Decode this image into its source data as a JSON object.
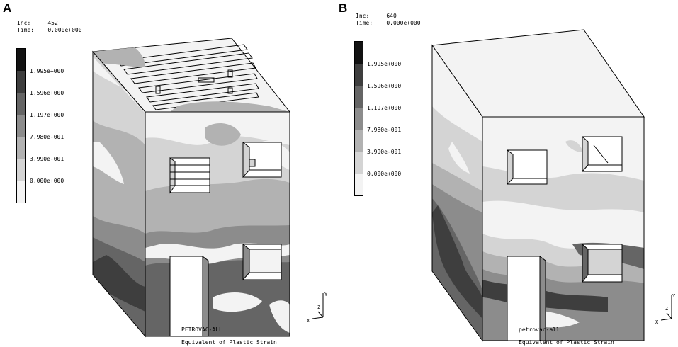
{
  "panels": [
    {
      "letter": "A",
      "inc_label": "Inc:",
      "inc_value": "452",
      "time_label": "Time:",
      "time_value": "0.000e+000",
      "legend": [
        "1.995e+000",
        "1.596e+000",
        "1.197e+000",
        "7.980e-001",
        "3.990e-001",
        "0.000e+000"
      ],
      "model_name": "PETROVAC-ALL",
      "quantity": "Equivalent of Plastic Strain",
      "axes": [
        "Y",
        "Z",
        "X"
      ]
    },
    {
      "letter": "B",
      "inc_label": "Inc:",
      "inc_value": "640",
      "time_label": "Time:",
      "time_value": "0.000e+000",
      "legend": [
        "1.995e+000",
        "1.596e+000",
        "1.197e+000",
        "7.980e-001",
        "3.990e-001",
        "0.000e+000"
      ],
      "model_name": "petrovac-all",
      "quantity": "Equivalent of Plastic Strain",
      "axes": [
        "Y",
        "Z",
        "X"
      ]
    }
  ],
  "colors": {
    "band_0": "#f3f3f3",
    "band_1": "#d4d4d4",
    "band_2": "#b2b2b2",
    "band_3": "#8c8c8c",
    "band_4": "#656565",
    "band_5": "#3e3e3e",
    "band_6": "#121212",
    "edge": "#000000"
  }
}
